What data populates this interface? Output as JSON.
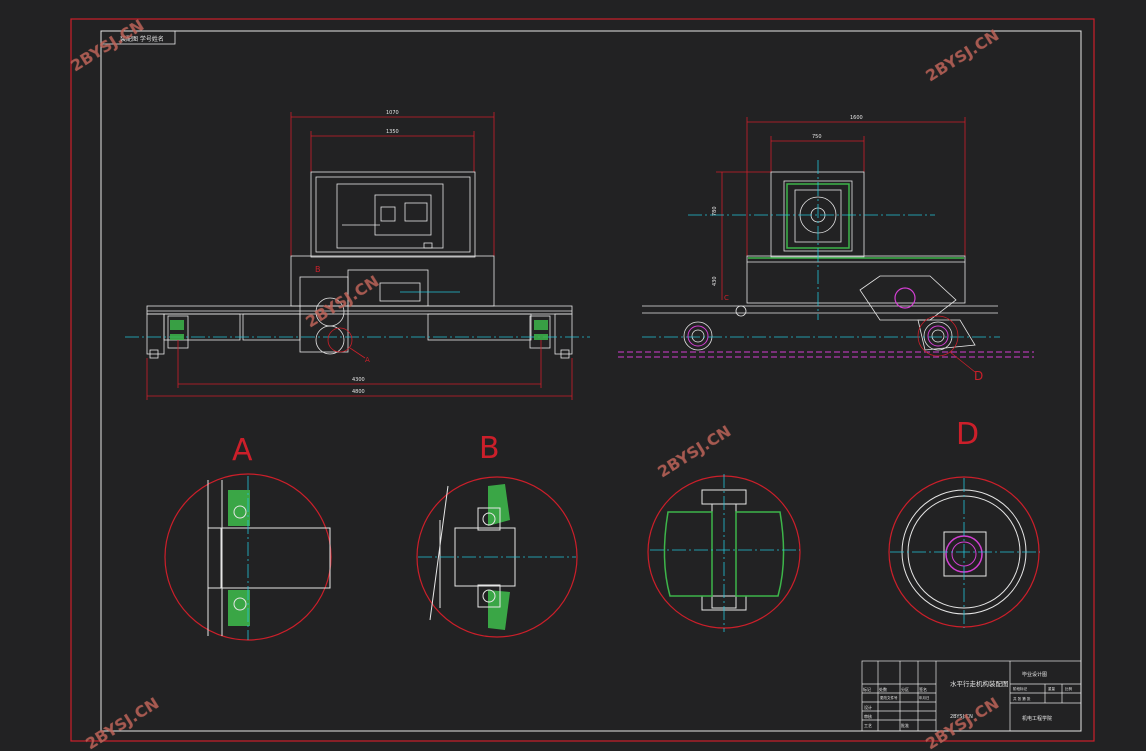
{
  "drawing": {
    "header_tag": "装配图 学号姓名",
    "title": "水平行走机构装配图",
    "drawing_no": "2BYSJ.CN",
    "org": "毕业设计图",
    "school": "机电工程学院",
    "watermark": "2BYSJ.CN"
  },
  "front_view": {
    "dim_overall_width": "1070",
    "dim_inner_width": "1350",
    "dim_rail_span": "4300",
    "dim_total_length": "4800",
    "callout_a": "A",
    "callout_b": "B"
  },
  "side_view": {
    "dim_width": "1600",
    "dim_inner": "750",
    "dim_height": "780",
    "dim_low": "430",
    "callout_c": "C",
    "callout_d": "D"
  },
  "details": {
    "a": "A",
    "b": "B",
    "d": "D"
  },
  "title_block": {
    "rows": [
      "标记",
      "处数",
      "分区",
      "更改文件号",
      "签名",
      "年月日"
    ],
    "roles": [
      "设计",
      "审核",
      "工艺",
      "批准"
    ],
    "stage_labels": [
      "阶段标记",
      "重量",
      "比例"
    ],
    "sheet": "共 张 第 张"
  },
  "colors": {
    "background": "#222223",
    "frame_red": "#cc1f2a",
    "white_line": "#e6e6e6",
    "cyan": "#25c4d8",
    "green": "#3db54a",
    "magenta": "#d23fd2",
    "watermark": "#c0655a"
  }
}
